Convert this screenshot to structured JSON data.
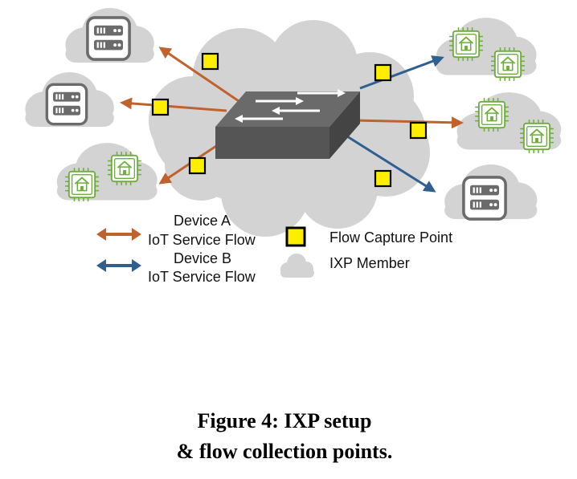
{
  "legend": {
    "device_a_line1": "Device A",
    "device_a_line2": "IoT Service Flow",
    "device_b_line1": "Device B",
    "device_b_line2": "IoT Service Flow",
    "capture_point": "Flow Capture Point",
    "ixp_member": "IXP Member"
  },
  "caption": {
    "line1": "Figure 4: IXP setup",
    "line2": "& flow collection points."
  },
  "colors": {
    "device_a": "#c0622b",
    "device_b": "#2e5f8f",
    "capture_point": "#ffee00",
    "cloud": "#d3d3d3",
    "iot_chip": "#6cad3c",
    "server": "#6b6b6b"
  },
  "icons": {
    "server": "server-icon",
    "iot_device": "iot-chip-icon",
    "switch": "ixp-switch-icon",
    "cloud": "cloud-icon"
  }
}
